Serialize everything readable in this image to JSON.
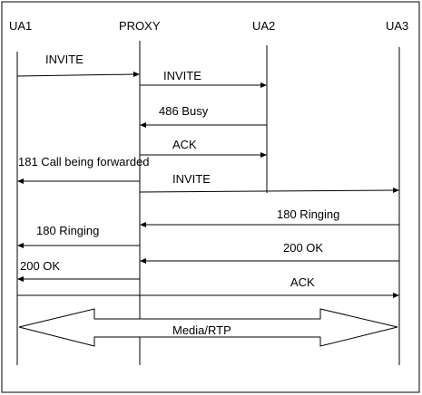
{
  "entities": [
    {
      "id": "ua1",
      "label": "UA1"
    },
    {
      "id": "proxy",
      "label": "PROXY"
    },
    {
      "id": "ua2",
      "label": "UA2"
    },
    {
      "id": "ua3",
      "label": "UA3"
    }
  ],
  "messages": [
    {
      "id": "m1",
      "label": "INVITE",
      "from": "ua1",
      "to": "proxy"
    },
    {
      "id": "m2",
      "label": "INVITE",
      "from": "proxy",
      "to": "ua2"
    },
    {
      "id": "m3",
      "label": "486 Busy",
      "from": "ua2",
      "to": "proxy"
    },
    {
      "id": "m4",
      "label": "ACK",
      "from": "proxy",
      "to": "ua2"
    },
    {
      "id": "m5",
      "label": "181 Call being forwarded",
      "from": "proxy",
      "to": "ua1"
    },
    {
      "id": "m6",
      "label": "INVITE",
      "from": "proxy",
      "to": "ua3"
    },
    {
      "id": "m7",
      "label": "180 Ringing",
      "from": "ua3",
      "to": "proxy"
    },
    {
      "id": "m8",
      "label": "180 Ringing",
      "from": "proxy",
      "to": "ua1"
    },
    {
      "id": "m9",
      "label": "200 OK",
      "from": "ua3",
      "to": "proxy"
    },
    {
      "id": "m10",
      "label": "200 OK",
      "from": "proxy",
      "to": "ua1"
    },
    {
      "id": "m11",
      "label": "ACK",
      "from": "ua1",
      "to": "ua3"
    }
  ],
  "media": {
    "label": "Media/RTP",
    "from": "ua1",
    "to": "ua3"
  }
}
